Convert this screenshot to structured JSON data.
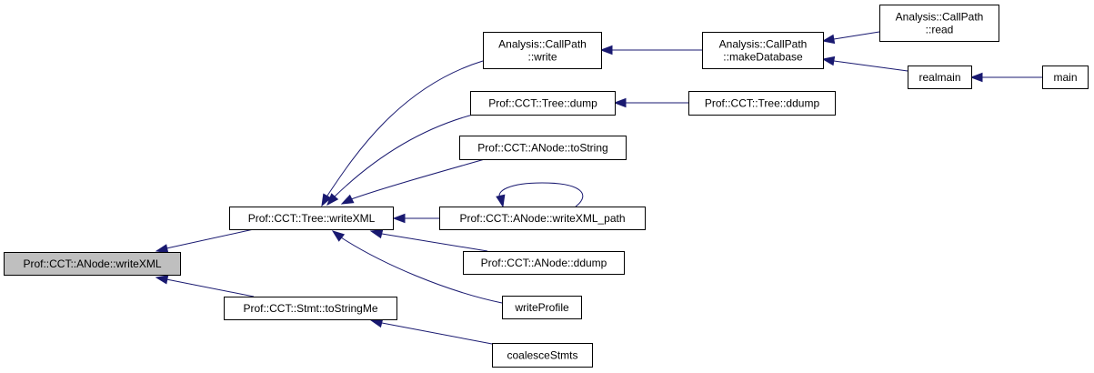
{
  "title": "Caller graph of Prof::CCT::ANode::writeXML",
  "colors": {
    "edge": "#191970",
    "node_border": "#000000",
    "node_fill": "#ffffff",
    "root_fill": "#bfbfbf"
  },
  "nodes": [
    {
      "id": "anode_writexml",
      "lines": [
        "Prof::CCT::ANode::writeXML"
      ],
      "highlight": true
    },
    {
      "id": "tree_writexml",
      "lines": [
        "Prof::CCT::Tree::writeXML"
      ]
    },
    {
      "id": "stmt_tostringme",
      "lines": [
        "Prof::CCT::Stmt::toStringMe"
      ]
    },
    {
      "id": "callpath_write",
      "lines": [
        "Analysis::CallPath",
        "::write"
      ]
    },
    {
      "id": "tree_dump",
      "lines": [
        "Prof::CCT::Tree::dump"
      ]
    },
    {
      "id": "anode_tostring",
      "lines": [
        "Prof::CCT::ANode::toString"
      ]
    },
    {
      "id": "anode_writexml_path",
      "lines": [
        "Prof::CCT::ANode::writeXML_path"
      ]
    },
    {
      "id": "anode_ddump",
      "lines": [
        "Prof::CCT::ANode::ddump"
      ]
    },
    {
      "id": "writeprofile",
      "lines": [
        "writeProfile"
      ]
    },
    {
      "id": "coalescestmts",
      "lines": [
        "coalesceStmts"
      ]
    },
    {
      "id": "callpath_makedatabase",
      "lines": [
        "Analysis::CallPath",
        "::makeDatabase"
      ]
    },
    {
      "id": "tree_ddump",
      "lines": [
        "Prof::CCT::Tree::ddump"
      ]
    },
    {
      "id": "callpath_read",
      "lines": [
        "Analysis::CallPath",
        "::read"
      ]
    },
    {
      "id": "realmain",
      "lines": [
        "realmain"
      ]
    },
    {
      "id": "main",
      "lines": [
        "main"
      ]
    }
  ],
  "edges": [
    {
      "from": "tree_writexml",
      "to": "anode_writexml"
    },
    {
      "from": "stmt_tostringme",
      "to": "anode_writexml"
    },
    {
      "from": "callpath_write",
      "to": "tree_writexml"
    },
    {
      "from": "tree_dump",
      "to": "tree_writexml"
    },
    {
      "from": "anode_tostring",
      "to": "tree_writexml"
    },
    {
      "from": "anode_writexml_path",
      "to": "tree_writexml"
    },
    {
      "from": "anode_ddump",
      "to": "tree_writexml"
    },
    {
      "from": "writeprofile",
      "to": "tree_writexml"
    },
    {
      "from": "coalescestmts",
      "to": "stmt_tostringme"
    },
    {
      "from": "callpath_makedatabase",
      "to": "callpath_write"
    },
    {
      "from": "tree_ddump",
      "to": "tree_dump"
    },
    {
      "from": "anode_writexml_path",
      "to": "anode_writexml_path"
    },
    {
      "from": "callpath_read",
      "to": "callpath_makedatabase"
    },
    {
      "from": "realmain",
      "to": "callpath_makedatabase"
    },
    {
      "from": "main",
      "to": "realmain"
    }
  ]
}
